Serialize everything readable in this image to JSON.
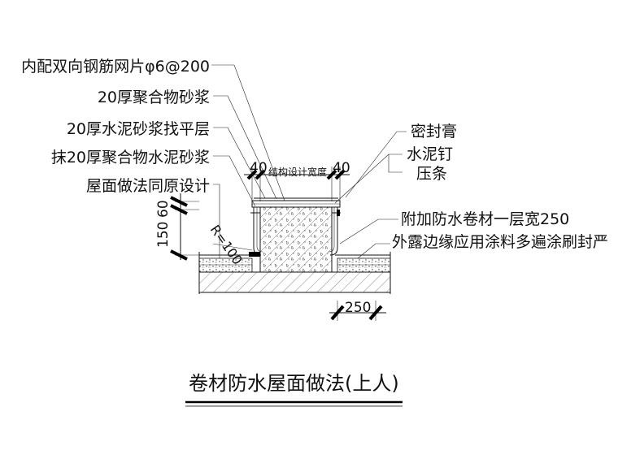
{
  "title": "卷材防水屋面做法(上人)",
  "labels": {
    "rebar_mesh": "内配双向钢筋网片φ6@200",
    "polymer_mortar_20": "20厚聚合物砂浆",
    "cement_leveling_20": "20厚水泥砂浆找平层",
    "polymer_cement_plaster_20": "抹20厚聚合物水泥砂浆",
    "roof_same_as_original": "屋面做法同原设计",
    "sealant": "密封膏",
    "cement_nail": "水泥钉",
    "batten": "压条",
    "extra_membrane": "附加防水卷材一层宽250",
    "exposed_edge": "外露边缘应用涂料多遍涂刷封严"
  },
  "dimensions": {
    "left_40": "40",
    "right_40": "40",
    "structural_width": "结构设计宽度",
    "dim_60": "60",
    "dim_150": "150",
    "radius": "R=100",
    "dim_250": "250"
  }
}
